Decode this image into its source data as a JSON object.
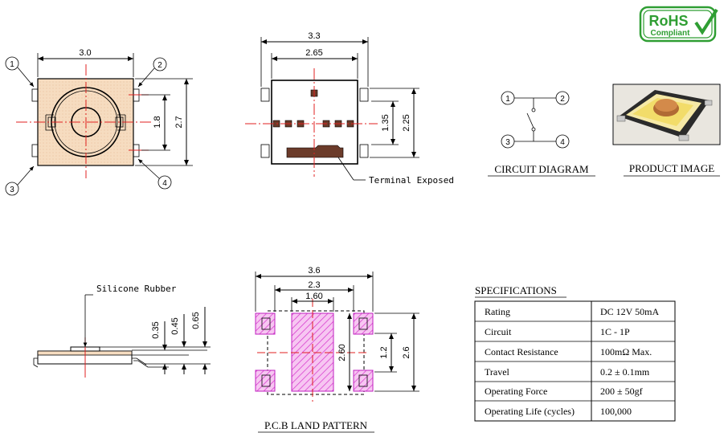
{
  "rohs": {
    "line1": "RoHS",
    "line2": "Compliant"
  },
  "top_view": {
    "width": "3.0",
    "pad_pitch": "1.8",
    "height": "2.7"
  },
  "pins": [
    "1",
    "2",
    "3",
    "4"
  ],
  "terminal_view": {
    "width": "3.3",
    "inner_width": "2.65",
    "pitch": "1.35",
    "height": "2.25",
    "note": "Terminal Exposed"
  },
  "circuit": {
    "caption": "CIRCUIT DIAGRAM"
  },
  "product": {
    "caption": "PRODUCT IMAGE"
  },
  "side_view": {
    "label": "Silicone Rubber",
    "d1": "0.35",
    "d2": "0.45",
    "d3": "0.65"
  },
  "land_pattern": {
    "caption": "P.C.B LAND PATTERN",
    "w_outer": "3.6",
    "w_mid": "2.3",
    "w_inner": "1.60",
    "h_inner": "2.60",
    "pitch": "1.2",
    "height": "2.6"
  },
  "specs": {
    "title": "SPECIFICATIONS",
    "rows": [
      {
        "label": "Rating",
        "value": "DC 12V 50mA"
      },
      {
        "label": "Circuit",
        "value": "1C - 1P"
      },
      {
        "label": "Contact Resistance",
        "value": "100mΩ Max."
      },
      {
        "label": "Travel",
        "value": "0.2 ± 0.1mm"
      },
      {
        "label": "Operating Force",
        "value": "200 ± 50gf"
      },
      {
        "label": "Operating Life (cycles)",
        "value": "100,000"
      }
    ]
  },
  "colors": {
    "body": "#f6dcc0",
    "pad": "#e040d8",
    "centerline": "#e02020",
    "rohs": "#2f9e33"
  }
}
